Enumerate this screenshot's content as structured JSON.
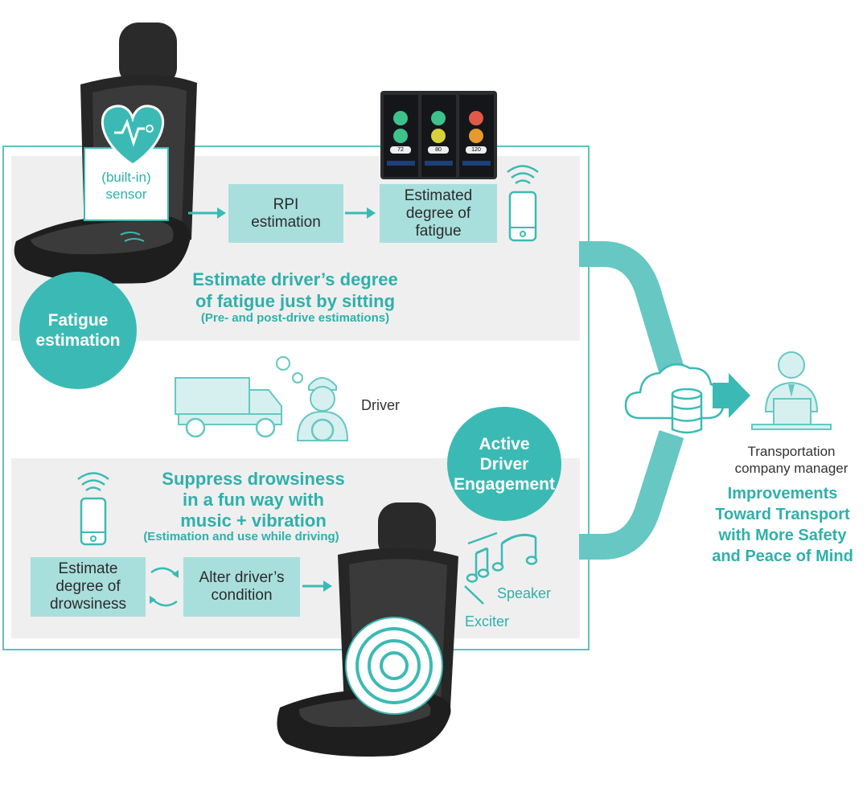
{
  "sensor": {
    "label": "(built-in)\nsensor"
  },
  "flow_top": {
    "rpi": "RPI\nestimation",
    "fatigue_degree": "Estimated\ndegree of\nfatigue"
  },
  "fatigue_section": {
    "circle": "Fatigue\nestimation",
    "heading": "Estimate driver’s degree\nof fatigue just by sitting",
    "subheading": "(Pre- and post-drive estimations)"
  },
  "app_screens": [
    {
      "score": "72",
      "color": "#3cc28a"
    },
    {
      "score": "80",
      "color": "#d8d23a"
    },
    {
      "score": "120",
      "color": "#e69a2e"
    }
  ],
  "driver": {
    "label": "Driver"
  },
  "engagement_section": {
    "circle": "Active\nDriver\nEngagement",
    "heading": "Suppress drowsiness\nin a fun way with\nmusic + vibration",
    "subheading": "(Estimation and use while driving)",
    "estimate_box": "Estimate\ndegree of\ndrowsiness",
    "alter_box": "Alter driver’s\ncondition",
    "speaker": "Speaker",
    "exciter": "Exciter"
  },
  "manager": {
    "label": "Transportation\ncompany manager",
    "result": "Improvements\nToward Transport\nwith More Safety\nand Peace of Mind"
  },
  "colors": {
    "teal": "#3bbab5",
    "teal_light": "#a8dfdd",
    "panel": "#efefef",
    "text_teal": "#2fb0ab"
  }
}
